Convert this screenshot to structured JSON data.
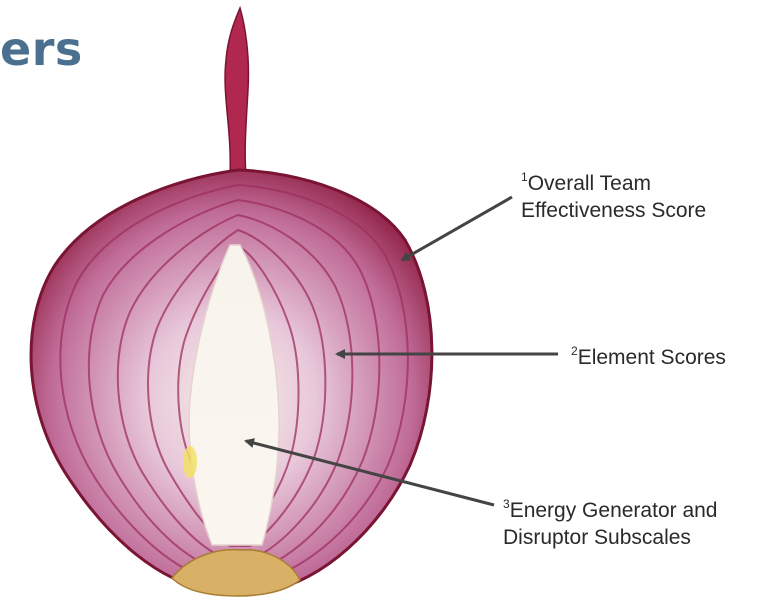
{
  "heading_fragment": "ers",
  "colors": {
    "heading": "#4a6f8f",
    "onion_outer": "#8c1a3e",
    "onion_mid": "#c06c98",
    "onion_core": "#f6eee6",
    "arrow": "#444444"
  },
  "callouts": [
    {
      "number": "1",
      "lines": [
        "Overall Team",
        "Effectiveness Score"
      ]
    },
    {
      "number": "2",
      "lines": [
        "Element Scores"
      ]
    },
    {
      "number": "3",
      "lines": [
        "Energy Generator and",
        "Disruptor Subscales"
      ]
    }
  ]
}
